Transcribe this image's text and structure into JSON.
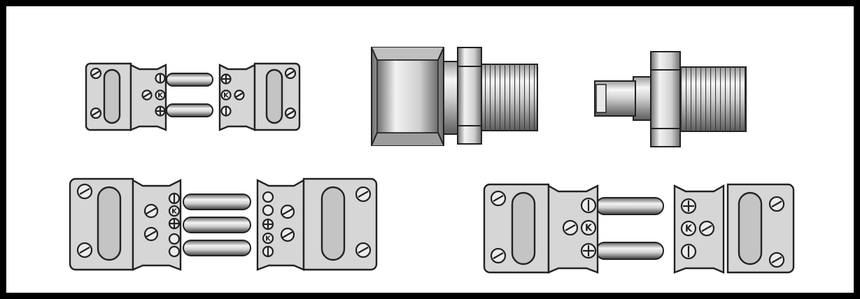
{
  "colors": {
    "frame": "#000000",
    "plastic": "#d6d6d6",
    "slot": "#c4c4c4",
    "metal_light": "#f2f2f2",
    "metal_dark": "#7a7a7a"
  },
  "connectors": {
    "mini_2pin": {
      "polarity": {
        "top_pin": "−",
        "bottom_pin": "+",
        "type_mark": "K"
      }
    },
    "standard_3pin": {
      "pin_marks": [
        "−",
        "K",
        "+",
        "",
        ""
      ]
    },
    "standard_2pin": {
      "polarity": {
        "top_pin": "−",
        "bottom_pin": "+",
        "type_mark": "K"
      }
    }
  },
  "fittings": {
    "large": "compression-fitting",
    "small": "compression-fitting"
  }
}
